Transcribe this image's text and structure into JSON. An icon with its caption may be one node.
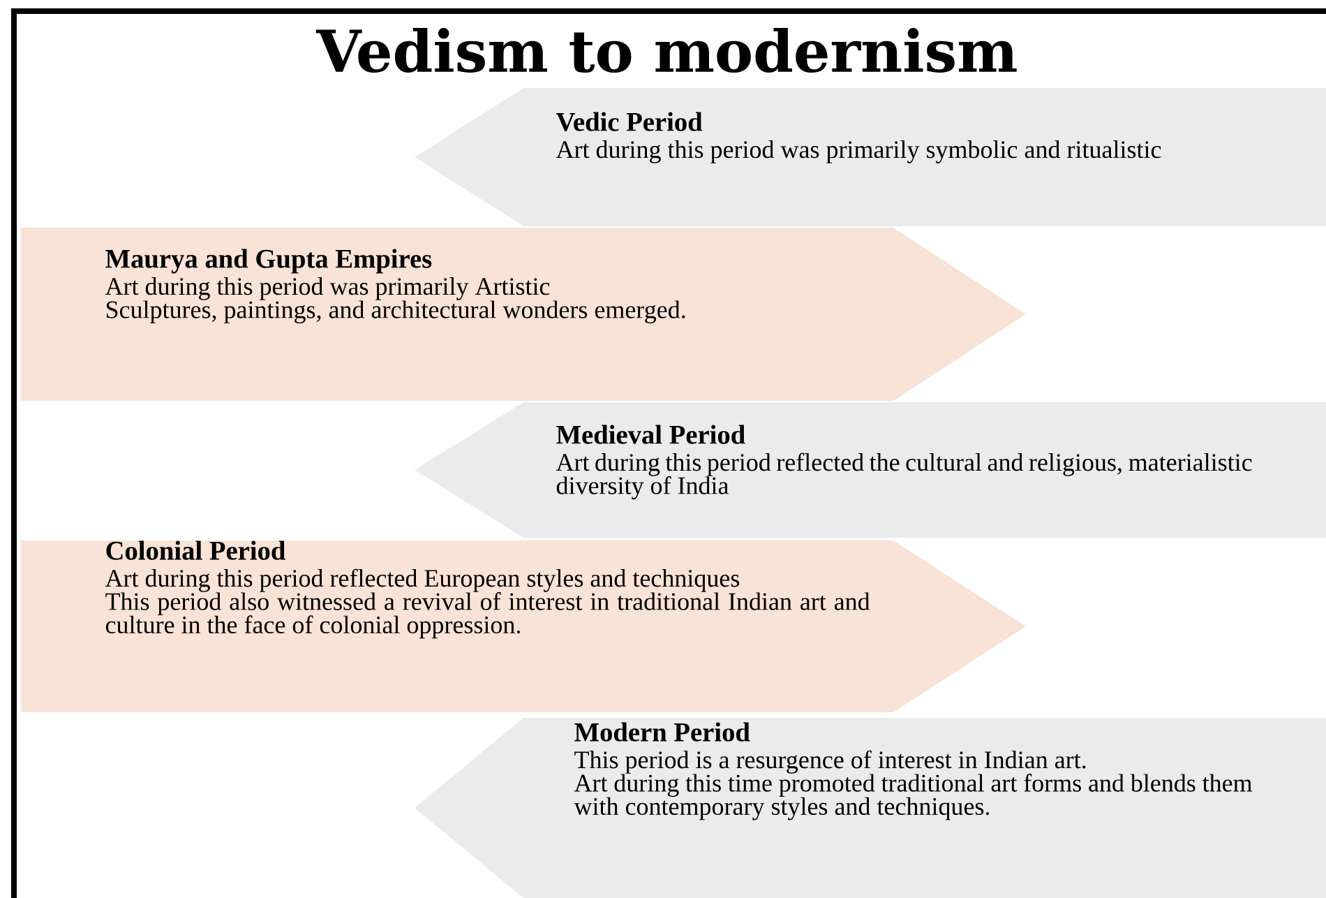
{
  "diagram": {
    "title": "Vedism to modernism",
    "nodes": [
      {
        "text": [
          "Vedic Period",
          "Art during this period was primarily symbolic and ritualistic"
        ]
      },
      {
        "text": [
          "Maurya and Gupta Empires",
          "Art during this period was primarily Artistic",
          "Sculptures, paintings, and architectural wonders emerged."
        ]
      },
      {
        "text": [
          "Medieval Period",
          "Art during this period reflected the cultural and religious, materialistic diversity of India"
        ]
      },
      {
        "text": [
          "Colonial Period",
          "Art during this period reflected European styles and techniques",
          "This period also witnessed a revival of interest in traditional Indian art and culture in the face of colonial oppression."
        ]
      },
      {
        "text": [
          "Modern Period",
          "This period is a resurgence of interest in Indian art.",
          "Art during this time promoted traditional art forms and blends them with contemporary styles and techniques."
        ]
      }
    ]
  }
}
